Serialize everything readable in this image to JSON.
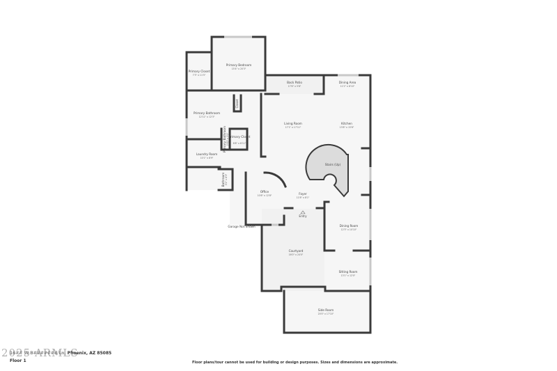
{
  "floor_plan": {
    "rooms": [
      {
        "name": "Primary Bedroom",
        "dims": "15'4\" x 20'3\""
      },
      {
        "name": "Primary Closet",
        "dims": "7'3\" x 11'5\""
      },
      {
        "name": "Back Patio",
        "dims": "17'6\" x 5'8\""
      },
      {
        "name": "Dining Area",
        "dims": "11'2\" x 8'10\""
      },
      {
        "name": "Primary Bathroom",
        "dims": "12'11\" x 12'3\""
      },
      {
        "name": "Closet",
        "dims": ""
      },
      {
        "name": "Living Room",
        "dims": "17'1\" x 17'11\""
      },
      {
        "name": "Kitchen",
        "dims": "13'8\" x 15'6\""
      },
      {
        "name": "Primary Closet",
        "dims": "6'8\" x 6'11\""
      },
      {
        "name": "Primary Bathroom",
        "dims": "2'10\" x 3'1\""
      },
      {
        "name": "Laundry Room",
        "dims": "10'1\" x 8'9\""
      },
      {
        "name": "Stairs (Up)",
        "dims": ""
      },
      {
        "name": "Bathroom",
        "dims": "5'4\" x 6'3\""
      },
      {
        "name": "Office",
        "dims": "10'8\" x 12'8\""
      },
      {
        "name": "Foyer",
        "dims": "11'8\" x 8'1\""
      },
      {
        "name": "Entry",
        "dims": ""
      },
      {
        "name": "Garage Not Shown",
        "dims": ""
      },
      {
        "name": "Dining Room",
        "dims": "12'3\" x 10'10\""
      },
      {
        "name": "Courtyard",
        "dims": "16'0\" x 24'0\""
      },
      {
        "name": "Sitting Room",
        "dims": "13'1\" x 12'0\""
      },
      {
        "name": "Side Room",
        "dims": "20'0\" x 17'10\""
      }
    ]
  },
  "footer": {
    "address": "Phoenix, AZ 85085",
    "address_prefix_obscured": "16## W B######d Ln,",
    "floor": "Floor 1",
    "disclaimer": "Floor plans/tour cannot be used for building or design purposes. Sizes and dimensions are approximate.",
    "watermark": "2025 ARMLS"
  }
}
